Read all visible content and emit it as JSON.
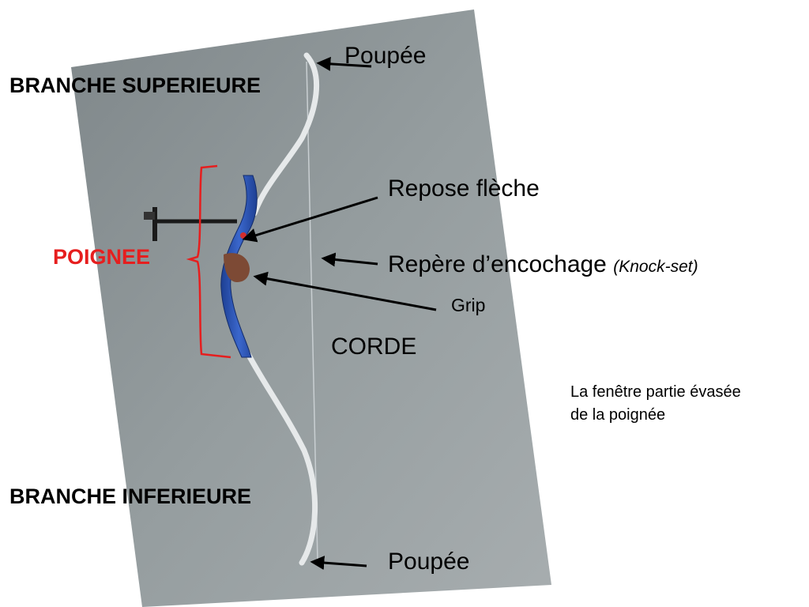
{
  "labels": {
    "branche_superieure": "BRANCHE SUPERIEURE",
    "branche_inferieure": "BRANCHE INFERIEURE",
    "poignee": "POIGNEE",
    "poupee_top": "Poupée",
    "poupee_bottom": "Poupée",
    "repose_fleche": "Repose flèche",
    "repere_encochage": "Repère d’encochage",
    "knock_set": "(Knock-set)",
    "grip": "Grip",
    "corde": "CORDE",
    "fenetre_note": "La fenêtre  partie évasée de la poignée"
  },
  "colors": {
    "page": "#ffffff",
    "photo_background": "#8f979a",
    "bow_limb": "#e6e9ea",
    "riser": "#2f57b5",
    "grip": "#7d4a35",
    "poignee_label": "#e61e1e",
    "bracket": "#e61e1e",
    "arrow": "#000000"
  }
}
